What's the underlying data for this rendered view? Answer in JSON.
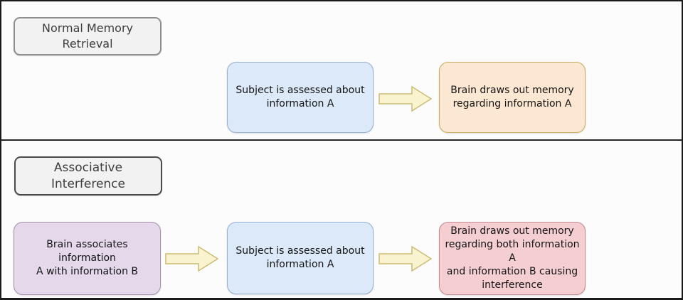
{
  "canvas": {
    "background": "#fcfcfc",
    "frame_color": "#1a1a1a"
  },
  "arrow": {
    "fill": "#faf3d0",
    "stroke": "#ccbc74"
  },
  "sections": [
    {
      "label": "Normal Memory\nRetrieval",
      "label_border": "#8e8e8e",
      "nodes": [
        {
          "text": "Subject is assessed about\ninformation A",
          "fill": "#dbe9f9",
          "border": "#94afd1"
        },
        {
          "text": "Brain draws out memory\nregarding information A",
          "fill": "#fce8d2",
          "border": "#c9ab62"
        }
      ]
    },
    {
      "label": "Associative Interference",
      "label_border": "#4a4a4a",
      "nodes": [
        {
          "text": "Brain associates information\nA with information B",
          "fill": "#e4d8ea",
          "border": "#a391aa"
        },
        {
          "text": "Subject is assessed about\ninformation A",
          "fill": "#dbe9f9",
          "border": "#94afd1"
        },
        {
          "text": "Brain draws out memory\nregarding both information A\nand information B causing\ninterference",
          "fill": "#f5ced2",
          "border": "#c18990"
        }
      ]
    }
  ]
}
